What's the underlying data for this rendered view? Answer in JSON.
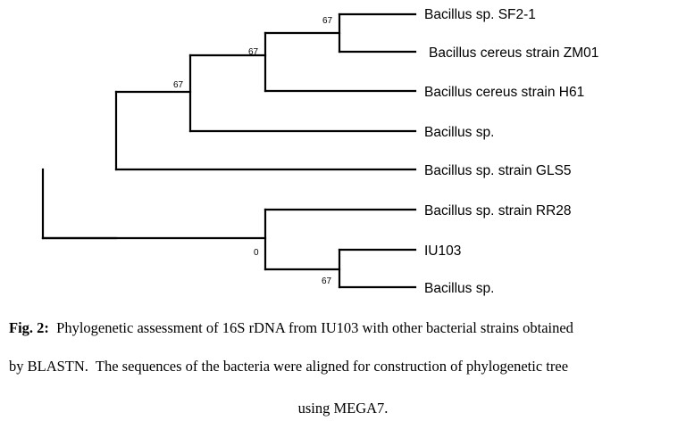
{
  "tree": {
    "leaves": [
      "Bacillus sp. SF2-1",
      "Bacillus cereus strain ZM01",
      "Bacillus cereus strain H61",
      "Bacillus sp.",
      "Bacillus sp. strain GLS5",
      "Bacillus sp. strain RR28",
      "IU103",
      "Bacillus sp."
    ],
    "bootstrap": {
      "sf2_zm01": "67",
      "h61_clade": "67",
      "bsp_clade": "67",
      "rr28_clade": "0",
      "iu103_bsp": "67"
    }
  },
  "caption": {
    "label": "Fig. 2:",
    "line1": "  Phylogenetic assessment of 16S rDNA from IU103 with other bacterial strains obtained",
    "line2": "by BLASTN.  The sequences of the bacteria were aligned for construction of phylogenetic tree",
    "line3": "using MEGA7."
  }
}
